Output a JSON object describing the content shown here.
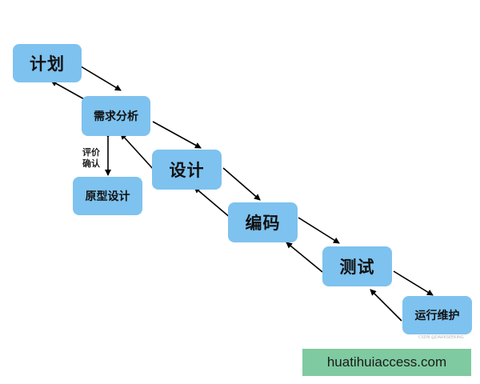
{
  "nodes": {
    "plan": "计划",
    "requirements": "需求分析",
    "prototype": "原型设计",
    "design": "设计",
    "coding": "编码",
    "testing": "测试",
    "operations": "运行维护"
  },
  "edge_label": "评价\n确认",
  "watermark_small": "CSDN @DARKSEEKING",
  "banner": "huatihuiaccess.com",
  "colors": {
    "node_fill": "#7ec2ef",
    "arrow": "#000000",
    "banner_fill": "#7fcaa0"
  }
}
